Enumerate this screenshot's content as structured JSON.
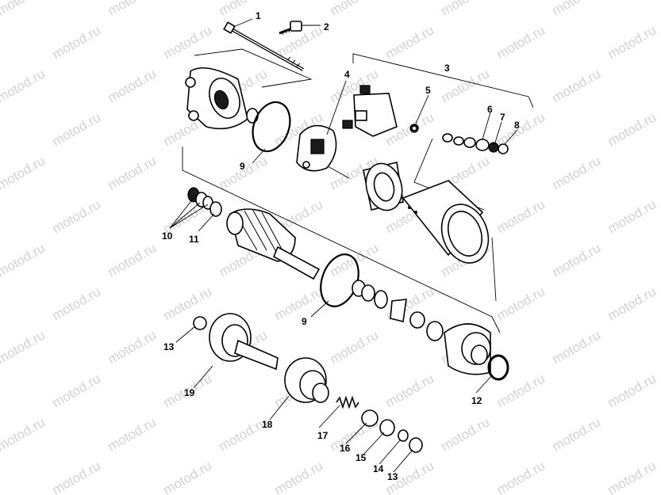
{
  "watermark": {
    "text": "motod.ru",
    "color": "#d2d2d2"
  },
  "diagram": {
    "line_color": "#000000",
    "background": "#ffffff",
    "callouts": [
      "1",
      "2",
      "3",
      "4",
      "5",
      "6",
      "7",
      "8",
      "9",
      "9",
      "10",
      "11",
      "12",
      "13",
      "13",
      "14",
      "15",
      "16",
      "17",
      "18",
      "19"
    ]
  }
}
